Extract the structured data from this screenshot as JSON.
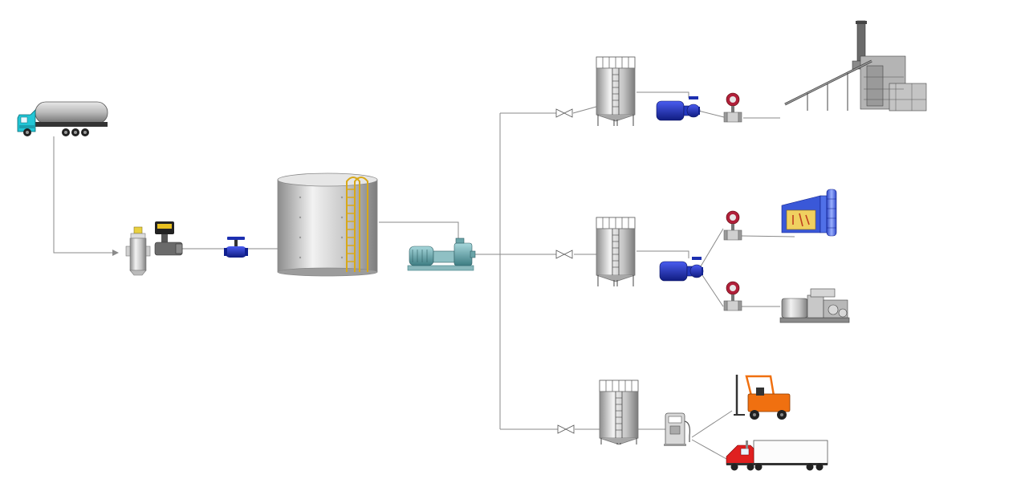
{
  "diagram": {
    "title": "",
    "nodes": [
      {
        "id": "tanker-truck",
        "icon": "tanker-truck-icon"
      },
      {
        "id": "filter",
        "icon": "filter-icon"
      },
      {
        "id": "inlet-flowmeter",
        "icon": "flowmeter-icon"
      },
      {
        "id": "inlet-valve",
        "icon": "gate-valve-icon"
      },
      {
        "id": "storage-tank",
        "icon": "storage-tank-icon"
      },
      {
        "id": "transfer-pump",
        "icon": "motor-pump-icon"
      },
      {
        "id": "branch-valve-1",
        "icon": "butterfly-valve-icon"
      },
      {
        "id": "branch-valve-2",
        "icon": "butterfly-valve-icon"
      },
      {
        "id": "branch-valve-3",
        "icon": "butterfly-valve-icon"
      },
      {
        "id": "day-tank-1",
        "icon": "day-tank-icon"
      },
      {
        "id": "day-tank-2",
        "icon": "day-tank-icon"
      },
      {
        "id": "day-tank-3",
        "icon": "day-tank-icon"
      },
      {
        "id": "pump-1",
        "icon": "centrifugal-pump-icon"
      },
      {
        "id": "pump-2",
        "icon": "centrifugal-pump-icon"
      },
      {
        "id": "flowmeter-1",
        "icon": "flowmeter-icon"
      },
      {
        "id": "flowmeter-2a",
        "icon": "flowmeter-icon"
      },
      {
        "id": "flowmeter-2b",
        "icon": "flowmeter-icon"
      },
      {
        "id": "power-plant",
        "icon": "power-plant-icon"
      },
      {
        "id": "boiler",
        "icon": "boiler-icon"
      },
      {
        "id": "generator",
        "icon": "generator-icon"
      },
      {
        "id": "fuel-dispenser",
        "icon": "fuel-dispenser-icon"
      },
      {
        "id": "forklift",
        "icon": "forklift-icon"
      },
      {
        "id": "semi-truck",
        "icon": "semi-truck-icon"
      }
    ],
    "edges": [
      {
        "from": "tanker-truck",
        "to": "filter"
      },
      {
        "from": "filter",
        "to": "inlet-flowmeter"
      },
      {
        "from": "inlet-flowmeter",
        "to": "inlet-valve"
      },
      {
        "from": "inlet-valve",
        "to": "storage-tank"
      },
      {
        "from": "storage-tank",
        "to": "transfer-pump"
      },
      {
        "from": "transfer-pump",
        "to": "branch-valve-1"
      },
      {
        "from": "transfer-pump",
        "to": "branch-valve-2"
      },
      {
        "from": "transfer-pump",
        "to": "branch-valve-3"
      },
      {
        "from": "branch-valve-1",
        "to": "day-tank-1"
      },
      {
        "from": "branch-valve-2",
        "to": "day-tank-2"
      },
      {
        "from": "branch-valve-3",
        "to": "day-tank-3"
      },
      {
        "from": "day-tank-1",
        "to": "pump-1"
      },
      {
        "from": "pump-1",
        "to": "flowmeter-1"
      },
      {
        "from": "flowmeter-1",
        "to": "power-plant"
      },
      {
        "from": "day-tank-2",
        "to": "pump-2"
      },
      {
        "from": "pump-2",
        "to": "flowmeter-2a"
      },
      {
        "from": "pump-2",
        "to": "flowmeter-2b"
      },
      {
        "from": "flowmeter-2a",
        "to": "boiler"
      },
      {
        "from": "flowmeter-2b",
        "to": "generator"
      },
      {
        "from": "day-tank-3",
        "to": "fuel-dispenser"
      },
      {
        "from": "fuel-dispenser",
        "to": "forklift"
      },
      {
        "from": "fuel-dispenser",
        "to": "semi-truck"
      }
    ],
    "colors": {
      "pipe": "#8a8a8a",
      "tank_metal": "#c8c8c8",
      "ladder": "#e0b020",
      "pump_blue": "#1c2fb0",
      "meter_red": "#b0203a",
      "truck_cyan": "#20c8d8",
      "forklift_orange": "#f07010",
      "semi_red": "#e02020",
      "boiler_blue": "#4a6ae0",
      "motor_teal": "#5a9aa0"
    }
  }
}
